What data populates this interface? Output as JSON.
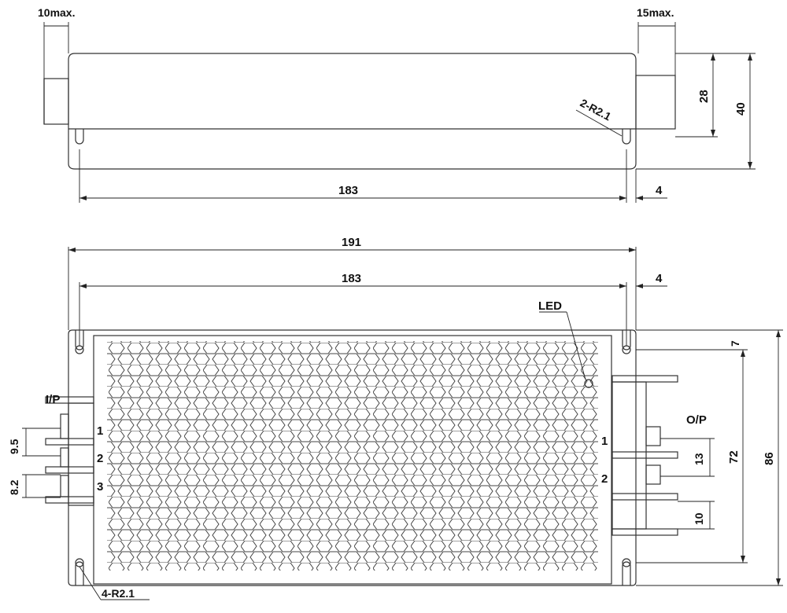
{
  "top_view": {
    "label_left_max": "10max.",
    "label_right_max": "15max.",
    "dim_length": "183",
    "dim_offset": "4",
    "dim_height_28": "28",
    "dim_height_40": "40",
    "note_radius": "2-R2.1"
  },
  "bottom_view": {
    "dim_total_length": "191",
    "dim_length": "183",
    "dim_offset": "4",
    "led_label": "LED",
    "input_label": "I/P",
    "output_label": "O/P",
    "input_pins": [
      "1",
      "2",
      "3"
    ],
    "output_pins": [
      "1",
      "2"
    ],
    "dim_pitch_in_1": "9.5",
    "dim_pitch_in_2": "8.2",
    "dim_pitch_out_1": "13",
    "dim_pitch_out_2": "10",
    "dim_hole_spacing": "72",
    "dim_top_offset": "7",
    "dim_total_width": "86",
    "note_radius": "4-R2.1"
  }
}
